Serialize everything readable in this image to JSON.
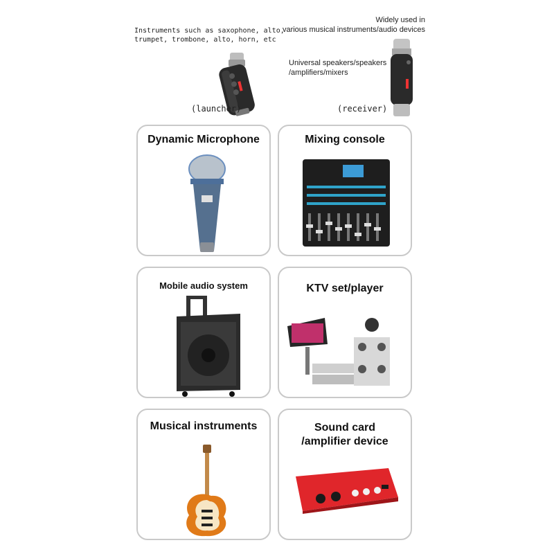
{
  "top": {
    "left_note": "Instruments such as saxophone, alto,\ntrumpet, trombone, alto, horn, etc",
    "right_note": "Widely used in\nvarious musical instruments/audio devices",
    "receiver_note": "Universal speakers/speakers\n/amplifiers/mixers",
    "launcher_caption": "(launcher)",
    "receiver_caption": "(receiver)"
  },
  "cards": [
    {
      "title": "Dynamic Microphone"
    },
    {
      "title": "Mixing console"
    },
    {
      "title": "Mobile audio system"
    },
    {
      "title": "KTV set/player"
    },
    {
      "title": "Musical instruments"
    },
    {
      "title": "Sound card\n/amplifier device"
    }
  ],
  "colors": {
    "card_border": "#c9c9c9",
    "device_body": "#2a2a2a",
    "sound_card_red": "#e0262b",
    "mic_blue": "#4d6f9a"
  }
}
